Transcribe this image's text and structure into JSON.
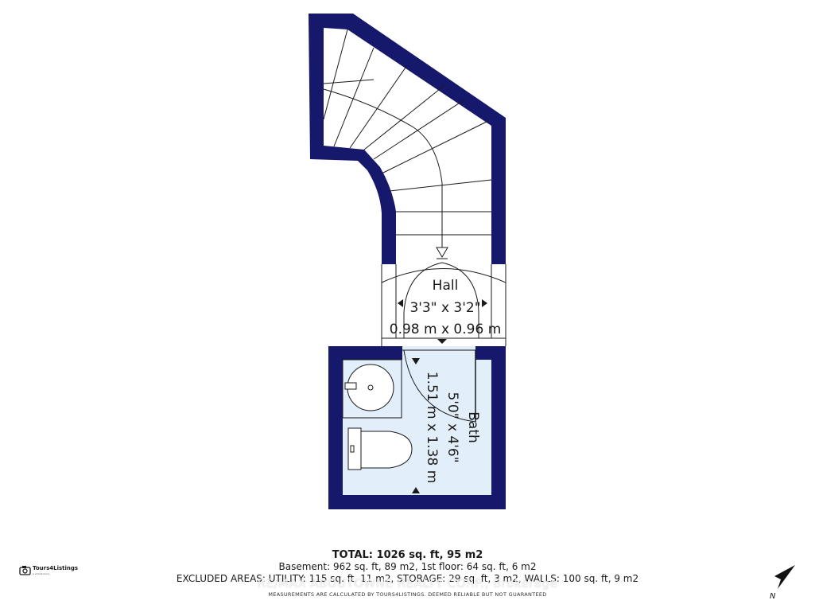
{
  "colors": {
    "wall": "#15186b",
    "room_fill": "#e2eefa",
    "fixture_line": "#1a1a1a",
    "text": "#1a1a1a"
  },
  "rooms": {
    "hall": {
      "name": "Hall",
      "dim_imperial": "3'3\" x 3'2\"",
      "dim_metric": "0.98 m x 0.96 m"
    },
    "bath": {
      "name": "Bath",
      "dim_imperial": "5'0\" x 4'6\"",
      "dim_metric": "1.51 m x 1.38 m"
    }
  },
  "summary": {
    "total": "TOTAL: 1026 sq. ft, 95 m2",
    "breakdown": "Basement: 962 sq. ft, 89 m2, 1st floor: 64 sq. ft, 6 m2",
    "excluded": "EXCLUDED AREAS: UTILITY: 115 sq. ft, 11 m2, STORAGE: 29 sq. ft, 3 m2, WALLS: 100 sq. ft, 9 m2",
    "disclaimer": "MEASUREMENTS ARE CALCULATED BY TOURS4LISTINGS. DEEMED RELIABLE BUT NOT GUARANTEED"
  },
  "watermark": "RE/MAX ABOUTOWNE REALTY CORP., Brokerage",
  "brand": {
    "name": "Tours4Listings",
    "tagline": "a virtual tours",
    "icon": "camera-icon"
  },
  "compass": {
    "label": "N",
    "icon": "north-arrow-icon"
  },
  "fixtures": [
    "stairs",
    "sink",
    "toilet",
    "door-swing"
  ]
}
